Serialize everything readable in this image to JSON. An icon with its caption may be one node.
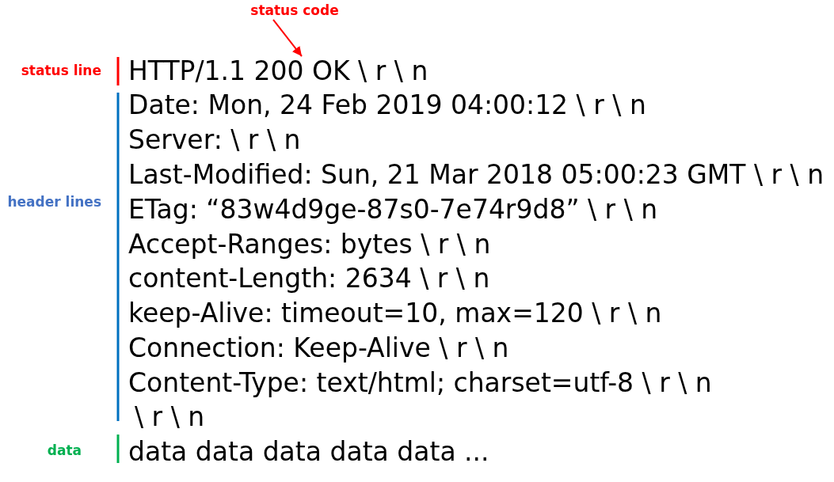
{
  "diagram": {
    "nodes": [
      {
        "text": [
          "status code"
        ]
      },
      {
        "text": [
          "HTTP/1.1 200 OK \\ r \\ n"
        ]
      }
    ],
    "edges": [
      {
        "from": 0,
        "to": 1,
        "arrow": "to",
        "color": "#ff0000"
      }
    ],
    "labels": [
      "status line",
      "header lines",
      "Date: Mon, 24 Feb 2019 04:00:12 \\ r \\ n",
      "Server: \\ r \\ n",
      "Last-Modified: Sun, 21 Mar 2018 05:00:23 GMT \\ r \\ n",
      "ETag: “83w4d9ge-87s0-7e74r9d8” \\ r \\ n",
      "Accept-Ranges: bytes \\ r \\ n",
      "content-Length: 2634 \\ r \\ n",
      "keep-Alive: timeout=10, max=120 \\ r \\ n",
      "Connection: Keep-Alive \\ r \\ n",
      "Content-Type: text/html; charset=utf-8 \\ r \\ n",
      "\\ r \\ n",
      "data",
      "data data data data data ..."
    ]
  }
}
